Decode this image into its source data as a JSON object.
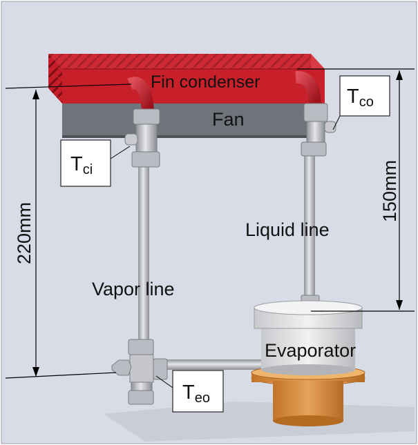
{
  "labels": {
    "fin_condenser": "Fin condenser",
    "fan": "Fan",
    "liquid_line": "Liquid line",
    "vapor_line": "Vapor line",
    "evaporator": "Evaporator"
  },
  "dimensions": {
    "left": "220mm",
    "right": "150mm"
  },
  "thermocouples": {
    "tci": {
      "main": "T",
      "sub": "ci"
    },
    "tco": {
      "main": "T",
      "sub": "co"
    },
    "teo": {
      "main": "T",
      "sub": "eo"
    }
  },
  "colors": {
    "background": "#d8dce6",
    "condenser": "#c8202a",
    "fan": "#6f737a",
    "pipe": "#b9bcc2",
    "evaporator_top": "#e4e5e8",
    "evaporator_base": "#d68a3c",
    "dimension_line": "#000000"
  }
}
